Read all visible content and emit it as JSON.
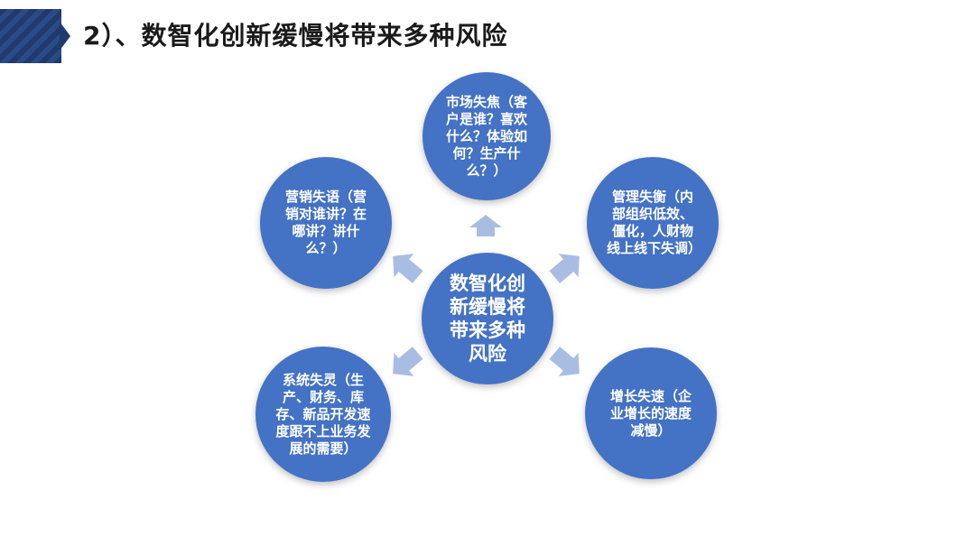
{
  "title": "2）、数智化创新缓慢将带来多种风险",
  "diagram": {
    "center": "数智化创新缓慢将带来多种风险",
    "nodes": [
      {
        "id": "market",
        "text": "市场失焦（客户是谁？喜欢什么？体验如何？生产什么？）"
      },
      {
        "id": "management",
        "text": "管理失衡（内部组织低效、僵化，人财物线上线下失调）"
      },
      {
        "id": "growth",
        "text": "增长失速（企业增长的速度减慢）"
      },
      {
        "id": "system",
        "text": "系统失灵（生产、财务、库存、新品开发速度跟不上业务发展的需要）"
      },
      {
        "id": "marketing",
        "text": "营销失语（营销对谁讲？在哪讲？讲什么？）"
      }
    ],
    "colors": {
      "node": "#4472c4",
      "arrow": "#a9bde3",
      "header": "#1f3a6e"
    }
  }
}
